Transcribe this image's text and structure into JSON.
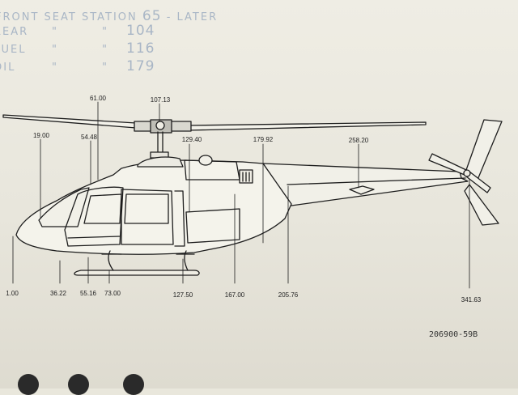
{
  "handwritten_notes": [
    {
      "label": "FRONT SEAT STATION",
      "num": "65",
      "suffix": "- LATER"
    },
    {
      "label": "REAR",
      "ditto1": "\"",
      "ditto2": "\"",
      "num": "104"
    },
    {
      "label": "FUEL",
      "ditto1": "\"",
      "ditto2": "\"",
      "num": "116"
    },
    {
      "label": "OIL",
      "ditto1": "\"",
      "ditto2": "\"",
      "num": "179"
    }
  ],
  "station_labels": {
    "s61_00": "61.00",
    "s107_13": "107.13",
    "s19_00": "19.00",
    "s54_48": "54.48",
    "s129_40": "129.40",
    "s179_92": "179.92",
    "s258_20": "258.20",
    "s1_00": "1.00",
    "s36_22": "36.22",
    "s55_16": "55.16",
    "s73_00": "73.00",
    "s127_50": "127.50",
    "s167_00": "167.00",
    "s205_76": "205.76",
    "s341_63": "341.63"
  },
  "drawing_code": "206900-59B"
}
